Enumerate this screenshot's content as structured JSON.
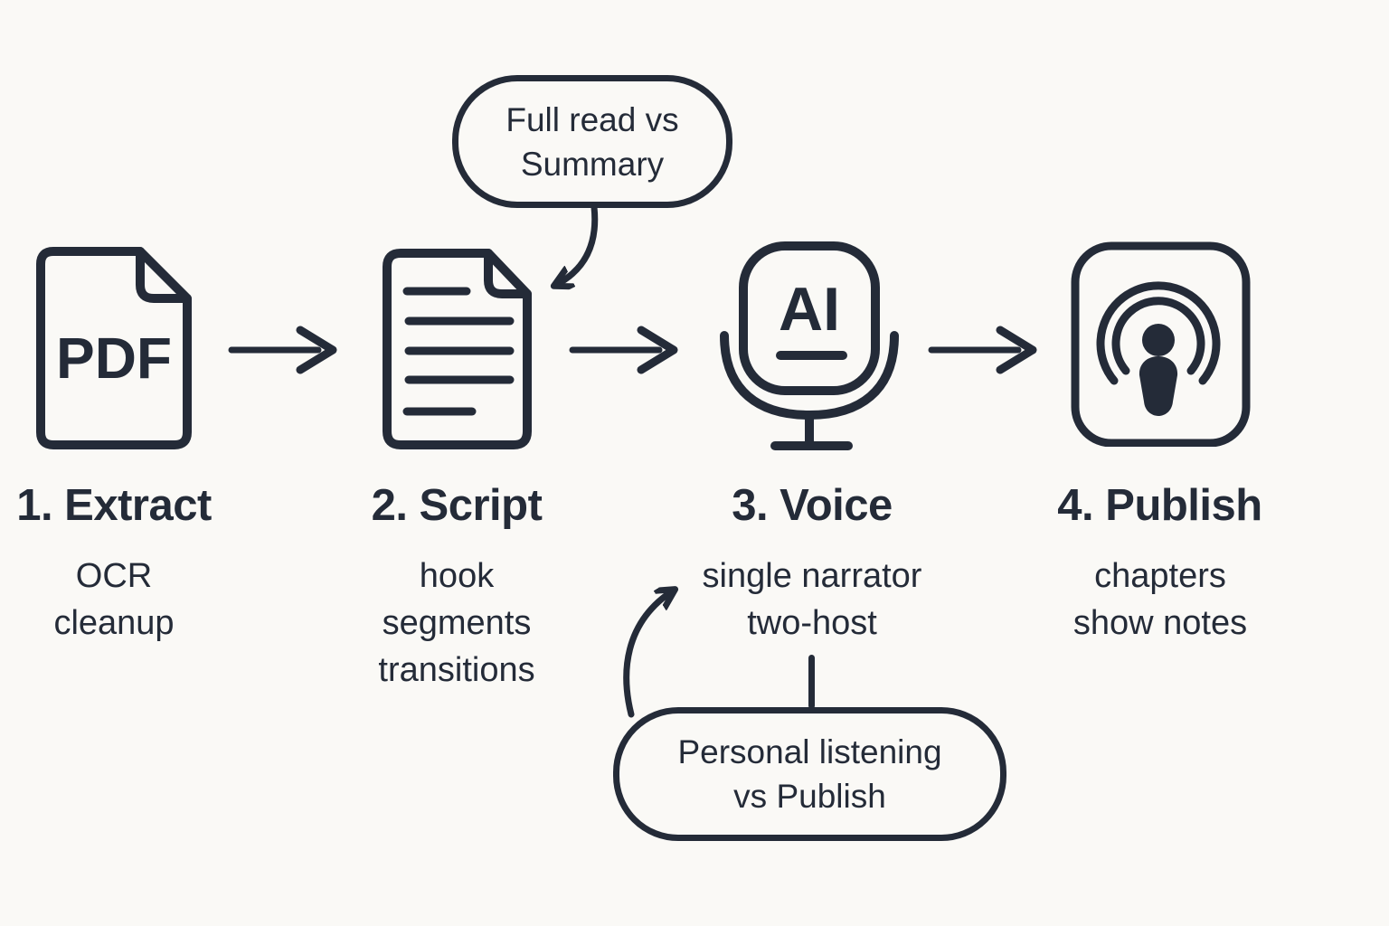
{
  "palette": {
    "ink": "#242b38",
    "background": "#faf9f6"
  },
  "steps": [
    {
      "title": "1. Extract",
      "icon": "pdf-file-icon",
      "icon_label": "PDF",
      "details": [
        "OCR",
        "cleanup"
      ]
    },
    {
      "title": "2. Script",
      "icon": "script-document-icon",
      "details": [
        "hook",
        "segments",
        "transitions"
      ]
    },
    {
      "title": "3. Voice",
      "icon": "ai-microphone-icon",
      "icon_label": "AI",
      "details": [
        "single narrator",
        "two-host"
      ]
    },
    {
      "title": "4. Publish",
      "icon": "podcast-icon",
      "details": [
        "chapters",
        "show notes"
      ]
    }
  ],
  "callouts": {
    "top": {
      "line1": "Full read vs",
      "line2": "Summary"
    },
    "bottom": {
      "line1": "Personal listening",
      "line2": "vs Publish"
    }
  }
}
